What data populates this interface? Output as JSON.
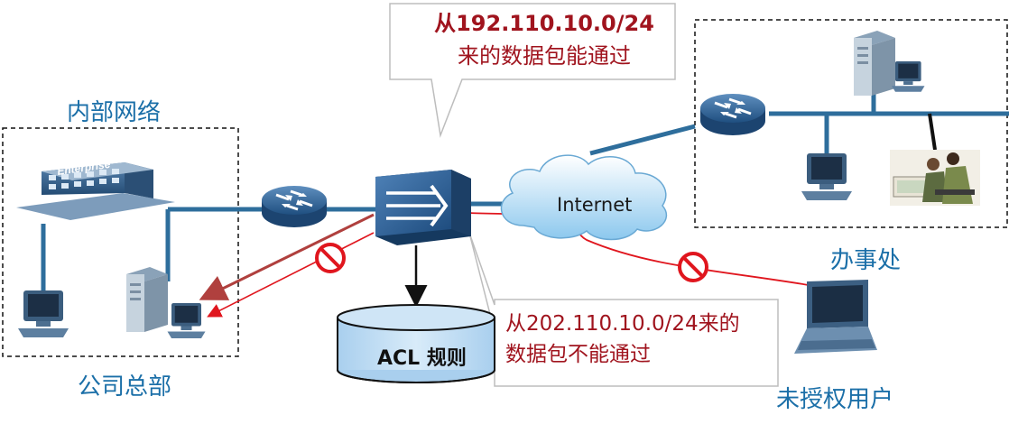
{
  "labels": {
    "internal_network": "内部网络",
    "headquarters": "公司总部",
    "office": "办事处",
    "unauthorized_user": "未授权用户",
    "internet": "Internet",
    "acl_rules": "ACL 规则",
    "building_sign": "Enterprise"
  },
  "callouts": {
    "allow_line1": "从192.110.10.0/24",
    "allow_line2": "来的数据包能通过",
    "deny_line1": "从202.110.10.0/24来的",
    "deny_line2": "数据包不能通过"
  },
  "colors": {
    "label_blue": "#1b6fa8",
    "callout_red": "#a0141e",
    "link_blue": "#2e6e9c",
    "deny_red": "#e0161e"
  },
  "icons": [
    "building-icon",
    "router-icon",
    "firewall-icon",
    "cloud-icon",
    "server-icon",
    "pc-icon",
    "laptop-icon",
    "database-icon",
    "deny-icon",
    "users-photo"
  ]
}
